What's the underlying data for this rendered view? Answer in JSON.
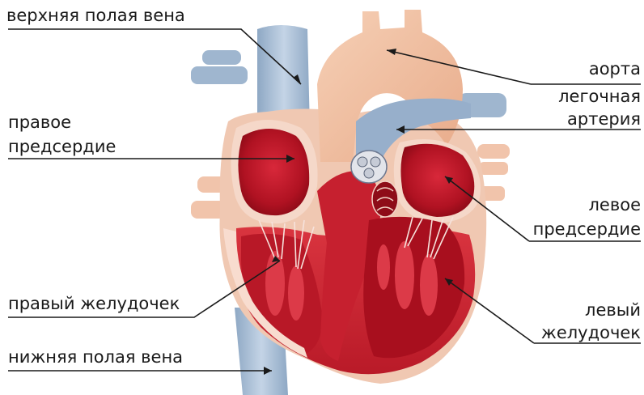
{
  "labels": {
    "superior_vena_cava": "верхняя полая вена",
    "aorta": "аорта",
    "pulmonary_artery_1": "легочная",
    "pulmonary_artery_2": "артерия",
    "right_atrium_1": "правое",
    "right_atrium_2": "предсердие",
    "left_atrium_1": "левое",
    "left_atrium_2": "предсердие",
    "right_ventricle": "правый желудочек",
    "left_ventricle_1": "левый",
    "left_ventricle_2": "желудочек",
    "inferior_vena_cava": "нижняя полая вена"
  },
  "colors": {
    "vein_blue": "#a9bfd6",
    "aorta_peach": "#f3c3a4",
    "pericardium": "#f1cdb8",
    "muscle_red": "#d02a3a",
    "chamber_dark": "#a90f1d",
    "septum_light": "#f8dcd0",
    "leader_line": "#1a1a1a"
  }
}
